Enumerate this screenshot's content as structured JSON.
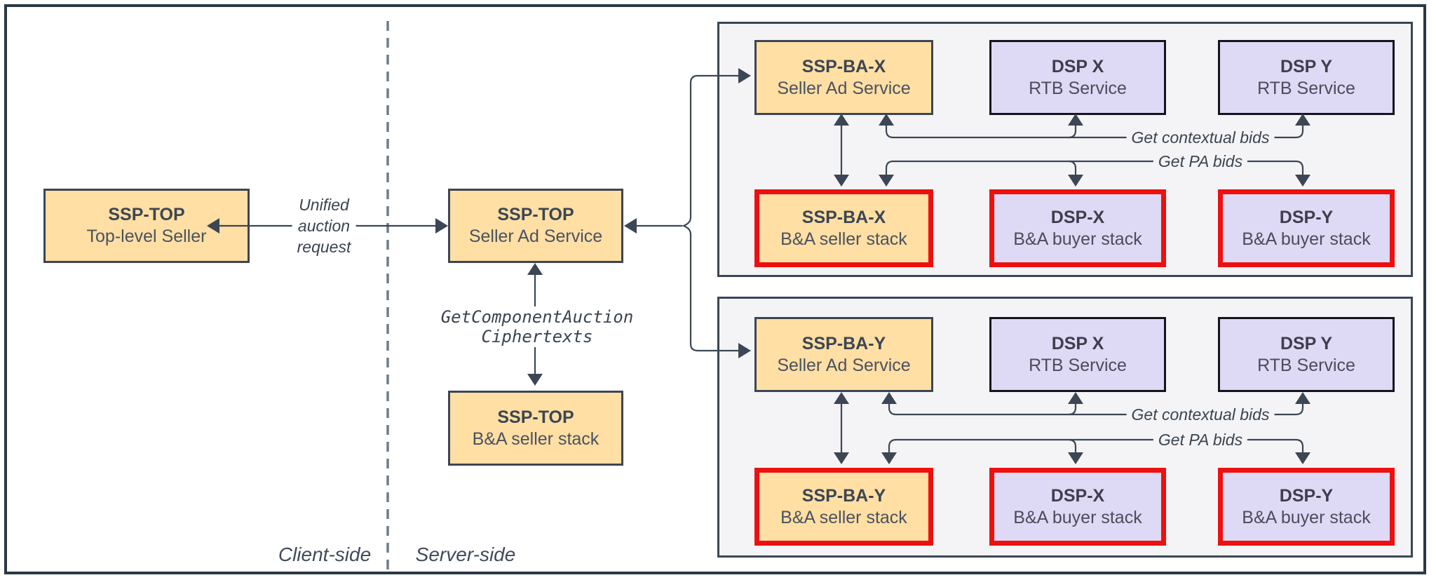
{
  "sides": {
    "client_label": "Client-side",
    "server_label": "Server-side"
  },
  "left_column": {
    "top_seller": {
      "title": "SSP-TOP",
      "subtitle": "Top-level Seller"
    },
    "unified_label": "Unified\nauction\nrequest"
  },
  "center_column": {
    "seller_ad": {
      "title": "SSP-TOP",
      "subtitle": "Seller Ad Service"
    },
    "gca_label": "GetComponentAuction\nCiphertexts",
    "ba_stack": {
      "title": "SSP-TOP",
      "subtitle": "B&A seller stack"
    }
  },
  "groups": [
    {
      "id": "x",
      "seller_ad": {
        "title": "SSP-BA-X",
        "subtitle": "Seller Ad Service"
      },
      "dsp_x_rtb": {
        "title": "DSP X",
        "subtitle": "RTB Service"
      },
      "dsp_y_rtb": {
        "title": "DSP Y",
        "subtitle": "RTB Service"
      },
      "ba_seller": {
        "title": "SSP-BA-X",
        "subtitle": "B&A seller stack"
      },
      "ba_buyer_x": {
        "title": "DSP-X",
        "subtitle": "B&A buyer stack"
      },
      "ba_buyer_y": {
        "title": "DSP-Y",
        "subtitle": "B&A buyer stack"
      },
      "contextual_label": "Get contextual bids",
      "pa_label": "Get PA bids"
    },
    {
      "id": "y",
      "seller_ad": {
        "title": "SSP-BA-Y",
        "subtitle": "Seller Ad Service"
      },
      "dsp_x_rtb": {
        "title": "DSP X",
        "subtitle": "RTB Service"
      },
      "dsp_y_rtb": {
        "title": "DSP Y",
        "subtitle": "RTB Service"
      },
      "ba_seller": {
        "title": "SSP-BA-Y",
        "subtitle": "B&A seller stack"
      },
      "ba_buyer_x": {
        "title": "DSP-X",
        "subtitle": "B&A buyer stack"
      },
      "ba_buyer_y": {
        "title": "DSP-Y",
        "subtitle": "B&A buyer stack"
      },
      "contextual_label": "Get contextual bids",
      "pa_label": "Get PA bids"
    }
  ],
  "colors": {
    "orange_fill": "#ffdfa4",
    "purple_fill": "#ded9f4",
    "red_border": "#ee1010",
    "line": "#3c4654",
    "group_bg": "#f4f4f6",
    "frame_border": "#2c3844"
  }
}
